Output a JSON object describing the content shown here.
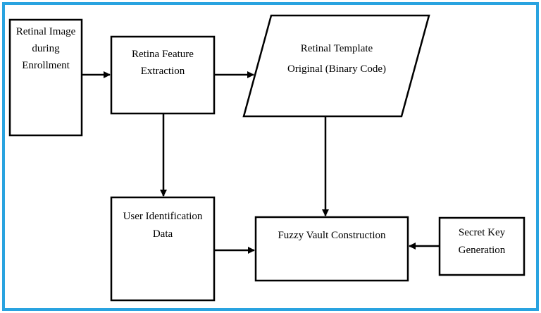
{
  "diagram": {
    "colors": {
      "frame": "#29a3e0",
      "stroke": "#000000",
      "background": "#ffffff"
    },
    "nodes": {
      "retinal_image": {
        "lines": [
          "Retinal Image",
          "during",
          "Enrollment"
        ]
      },
      "feature_extraction": {
        "lines": [
          "Retina Feature",
          "Extraction"
        ]
      },
      "retinal_template": {
        "lines": [
          "Retinal Template",
          "Original (Binary Code)"
        ]
      },
      "user_identification": {
        "lines": [
          "User Identification",
          "Data"
        ]
      },
      "fuzzy_vault": {
        "lines": [
          "Fuzzy Vault Construction"
        ]
      },
      "secret_key": {
        "lines": [
          "Secret Key",
          "Generation"
        ]
      }
    },
    "edges": [
      {
        "from": "retinal_image",
        "to": "feature_extraction"
      },
      {
        "from": "feature_extraction",
        "to": "retinal_template"
      },
      {
        "from": "feature_extraction",
        "to": "user_identification"
      },
      {
        "from": "retinal_template",
        "to": "fuzzy_vault"
      },
      {
        "from": "user_identification",
        "to": "fuzzy_vault"
      },
      {
        "from": "secret_key",
        "to": "fuzzy_vault"
      }
    ]
  }
}
